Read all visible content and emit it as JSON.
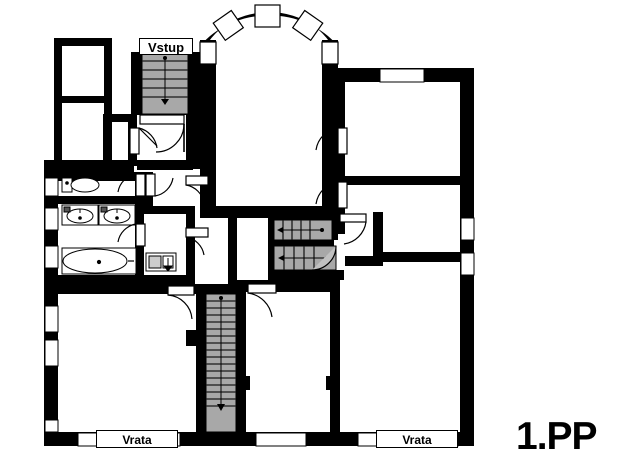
{
  "document": {
    "type": "architectural-floor-plan",
    "title": "1.PP",
    "language": "cs"
  },
  "labels": {
    "entrance": "Vstup",
    "gate_left": "Vrata",
    "gate_right": "Vrata",
    "floor_title": "1.PP"
  },
  "colors": {
    "wall": "#000000",
    "background": "#ffffff",
    "stair_fill": "#a8a8a8",
    "stair_line": "#1a1a1a",
    "fixture_line": "#000000",
    "door_swing": "#000000"
  },
  "legend": {
    "vstup_meaning": "Vstup",
    "vrata_meaning": "Vrata",
    "floor_level": "1.PP"
  },
  "plan_elements": {
    "stairs": [
      {
        "name": "entrance-stair",
        "orientation": "vertical",
        "steps": 6,
        "direction": "down"
      },
      {
        "name": "center-upper-stair",
        "orientation": "horizontal",
        "steps": 4,
        "direction": "left"
      },
      {
        "name": "center-lower-stair",
        "orientation": "horizontal",
        "steps": 4,
        "direction": "left"
      },
      {
        "name": "main-vertical-stair",
        "orientation": "vertical",
        "steps": 16,
        "direction": "down"
      }
    ],
    "fixtures": [
      {
        "name": "toilet",
        "count": 1
      },
      {
        "name": "washbasin",
        "count": 2
      },
      {
        "name": "bathtub",
        "count": 1
      },
      {
        "name": "kitchen-sink-unit",
        "count": 1
      }
    ],
    "doors_count": 11,
    "window_openings_count": 12,
    "apse": {
      "name": "arched-apse",
      "windows": 5,
      "position": "north"
    }
  }
}
